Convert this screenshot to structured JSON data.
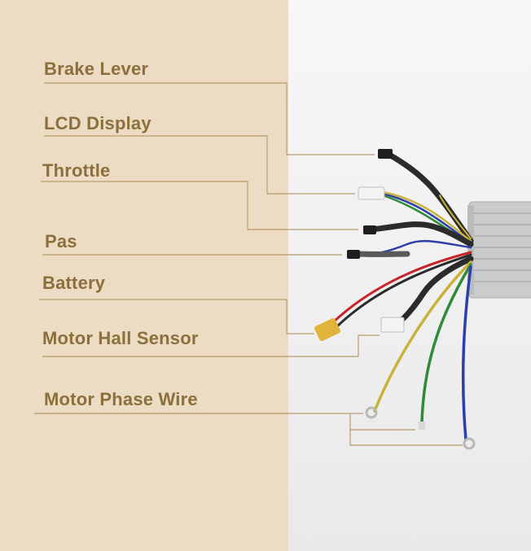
{
  "labels": {
    "brake_lever": "Brake Lever",
    "lcd_display": "LCD Display",
    "throttle": "Throttle",
    "pas": "Pas",
    "battery": "Battery",
    "motor_hall_sensor": "Motor Hall Sensor",
    "motor_phase_wire": "Motor Phase Wire"
  },
  "colors": {
    "background_left": "#ecdcc3",
    "background_right": "#f2f2f3",
    "label_text": "#8b6f3c",
    "leader_line": "#b79c6d",
    "controller_body": "#c9cbcd",
    "wire_black": "#2b2b2b",
    "wire_red": "#c8252a",
    "wire_yellow": "#c9b23a",
    "wire_green": "#2f8a3a",
    "wire_blue": "#2d3fa8",
    "connector_yellow": "#e0b43a",
    "connector_white": "#f4f4f4"
  }
}
